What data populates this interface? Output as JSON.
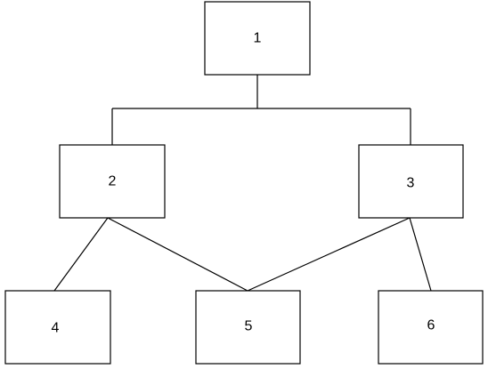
{
  "diagram": {
    "nodes": [
      {
        "id": "1",
        "label": "1"
      },
      {
        "id": "2",
        "label": "2"
      },
      {
        "id": "3",
        "label": "3"
      },
      {
        "id": "4",
        "label": "4"
      },
      {
        "id": "5",
        "label": "5"
      },
      {
        "id": "6",
        "label": "6"
      }
    ],
    "edges": [
      {
        "from": "1",
        "to": "2"
      },
      {
        "from": "1",
        "to": "3"
      },
      {
        "from": "2",
        "to": "4"
      },
      {
        "from": "2",
        "to": "5"
      },
      {
        "from": "3",
        "to": "5"
      },
      {
        "from": "3",
        "to": "6"
      }
    ]
  }
}
